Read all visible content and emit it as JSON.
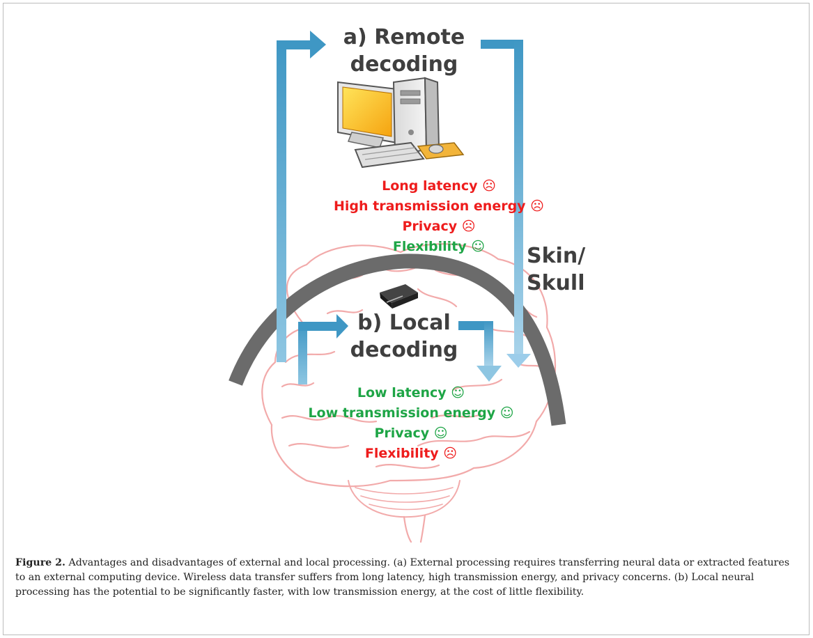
{
  "diagram": {
    "remote_title_line1": "a) Remote",
    "remote_title_line2": "decoding",
    "local_title_line1": "b) Local",
    "local_title_line2": "decoding",
    "boundary_line1": "Skin/",
    "boundary_line2": "Skull",
    "remote_properties": [
      {
        "text": "Long latency ☹",
        "sentiment": "negative"
      },
      {
        "text": "High transmission energy ☹",
        "sentiment": "negative"
      },
      {
        "text": "Privacy ☹",
        "sentiment": "negative"
      },
      {
        "text": "Flexibility ☺",
        "sentiment": "positive"
      }
    ],
    "local_properties": [
      {
        "text": "Low latency ☺",
        "sentiment": "positive"
      },
      {
        "text": "Low transmission energy ☺",
        "sentiment": "positive"
      },
      {
        "text": "Privacy ☺",
        "sentiment": "positive"
      },
      {
        "text": "Flexibility ☹",
        "sentiment": "negative"
      }
    ],
    "colors": {
      "arrow": "#4aa3cc",
      "skull": "#6b6b6b",
      "brain": "#f2aaaa",
      "negative": "#ee1c1c",
      "positive": "#1ea546"
    },
    "icons": [
      "computer-icon",
      "implant-chip-icon",
      "brain-icon"
    ]
  },
  "caption": {
    "label": "Figure 2.",
    "text": " Advantages and disadvantages of external and local processing. (a) External processing requires transferring neural data or extracted features to an external computing device. Wireless data transfer suffers from long latency, high transmission energy, and privacy concerns. (b) Local neural processing has the potential to be significantly faster, with low transmission energy, at the cost of little flexibility."
  }
}
